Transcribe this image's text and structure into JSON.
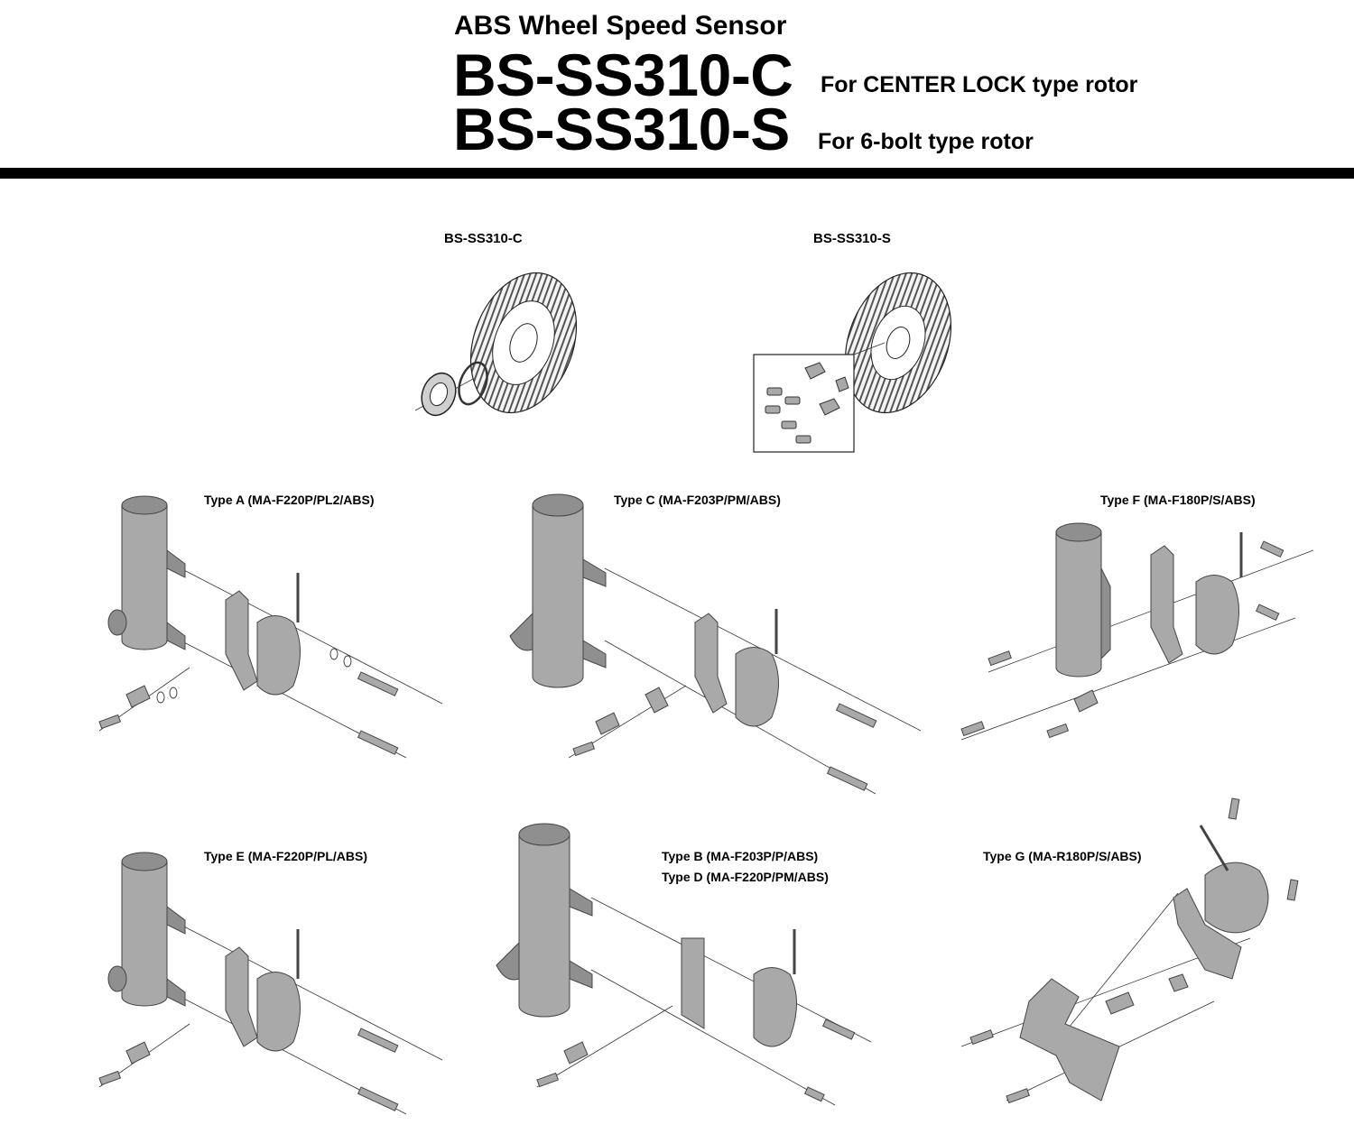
{
  "header": {
    "subtitle": "ABS Wheel Speed Sensor",
    "model_c": "BS-SS310-C",
    "model_c_note": "For CENTER LOCK type rotor",
    "model_s": "BS-SS310-S",
    "model_s_note": "For 6-bolt type rotor"
  },
  "rotors": {
    "c_label": "BS-SS310-C",
    "s_label": "BS-SS310-S"
  },
  "types": {
    "a": "Type A (MA-F220P/PL2/ABS)",
    "c": "Type C (MA-F203P/PM/ABS)",
    "f": "Type F (MA-F180P/S/ABS)",
    "e": "Type E (MA-F220P/PL/ABS)",
    "b": "Type B (MA-F203P/P/ABS)",
    "d": "Type D (MA-F220P/PM/ABS)",
    "g": "Type G (MA-R180P/S/ABS)"
  },
  "colors": {
    "part_fill": "#a9a9a9",
    "part_dark": "#6f6f6f",
    "line": "#333333"
  }
}
